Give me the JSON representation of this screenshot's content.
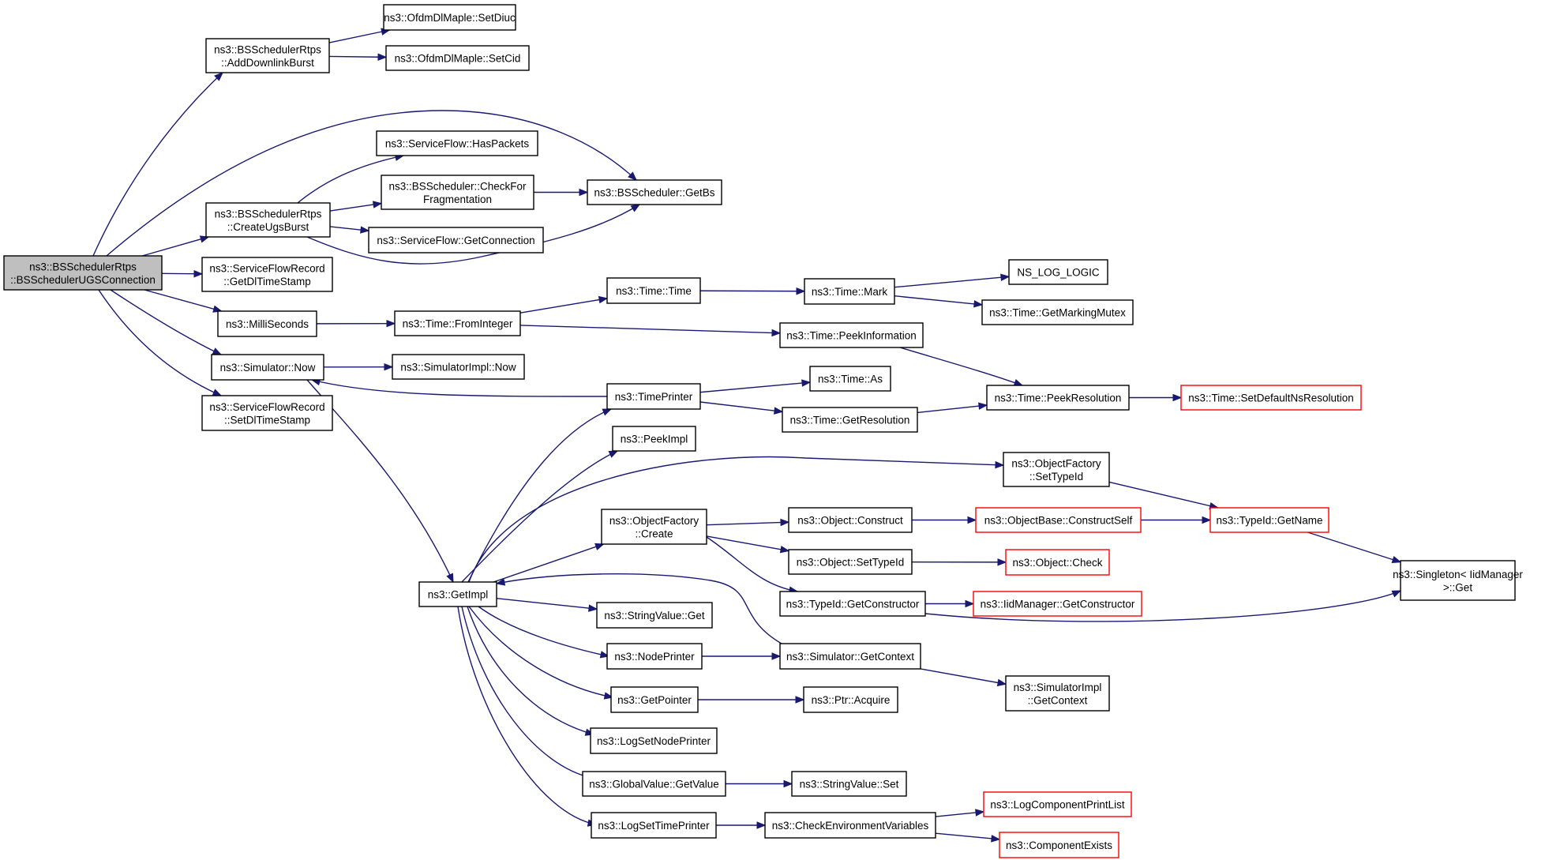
{
  "colors": {
    "edge": "#191970",
    "node_border": "#000000",
    "truncated_border": "#ff0000",
    "root_fill": "#bfbfbf",
    "node_fill": "#ffffff"
  },
  "nodes": [
    {
      "id": "root",
      "lines": [
        "ns3::BSSchedulerRtps",
        "::BSSchedulerUGSConnection"
      ],
      "style": "root"
    },
    {
      "id": "adb",
      "lines": [
        "ns3::BSSchedulerRtps",
        "::AddDownlinkBurst"
      ]
    },
    {
      "id": "setdiuc",
      "lines": [
        "ns3::OfdmDlMaple::SetDiuc"
      ]
    },
    {
      "id": "setcid",
      "lines": [
        "ns3::OfdmDlMaple::SetCid"
      ]
    },
    {
      "id": "haspackets",
      "lines": [
        "ns3::ServiceFlow::HasPackets"
      ]
    },
    {
      "id": "checkfrag",
      "lines": [
        "ns3::BSScheduler::CheckFor",
        "Fragmentation"
      ]
    },
    {
      "id": "getbs",
      "lines": [
        "ns3::BSScheduler::GetBs"
      ]
    },
    {
      "id": "cub",
      "lines": [
        "ns3::BSSchedulerRtps",
        "::CreateUgsBurst"
      ]
    },
    {
      "id": "getconn",
      "lines": [
        "ns3::ServiceFlow::GetConnection"
      ]
    },
    {
      "id": "getdlts",
      "lines": [
        "ns3::ServiceFlowRecord",
        "::GetDlTimeStamp"
      ]
    },
    {
      "id": "ms",
      "lines": [
        "ns3::MilliSeconds"
      ]
    },
    {
      "id": "fromint",
      "lines": [
        "ns3::Time::FromInteger"
      ]
    },
    {
      "id": "timetime",
      "lines": [
        "ns3::Time::Time"
      ]
    },
    {
      "id": "mark",
      "lines": [
        "ns3::Time::Mark"
      ]
    },
    {
      "id": "nslog",
      "lines": [
        "NS_LOG_LOGIC"
      ]
    },
    {
      "id": "getmutex",
      "lines": [
        "ns3::Time::GetMarkingMutex"
      ]
    },
    {
      "id": "peekinfo",
      "lines": [
        "ns3::Time::PeekInformation"
      ]
    },
    {
      "id": "simnow",
      "lines": [
        "ns3::Simulator::Now"
      ]
    },
    {
      "id": "implnow",
      "lines": [
        "ns3::SimulatorImpl::Now"
      ]
    },
    {
      "id": "tp",
      "lines": [
        "ns3::TimePrinter"
      ]
    },
    {
      "id": "as",
      "lines": [
        "ns3::Time::As"
      ]
    },
    {
      "id": "getres",
      "lines": [
        "ns3::Time::GetResolution"
      ]
    },
    {
      "id": "peekres",
      "lines": [
        "ns3::Time::PeekResolution"
      ]
    },
    {
      "id": "setdefres",
      "lines": [
        "ns3::Time::SetDefaultNsResolution"
      ],
      "style": "trunc"
    },
    {
      "id": "setdlts",
      "lines": [
        "ns3::ServiceFlowRecord",
        "::SetDlTimeStamp"
      ]
    },
    {
      "id": "peekimpl",
      "lines": [
        "ns3::PeekImpl"
      ]
    },
    {
      "id": "ofsettid",
      "lines": [
        "ns3::ObjectFactory",
        "::SetTypeId"
      ]
    },
    {
      "id": "ofcreate",
      "lines": [
        "ns3::ObjectFactory",
        "::Create"
      ]
    },
    {
      "id": "construct",
      "lines": [
        "ns3::Object::Construct"
      ]
    },
    {
      "id": "constructself",
      "lines": [
        "ns3::ObjectBase::ConstructSelf"
      ],
      "style": "trunc"
    },
    {
      "id": "getname",
      "lines": [
        "ns3::TypeId::GetName"
      ],
      "style": "trunc"
    },
    {
      "id": "singleton",
      "lines": [
        "ns3::Singleton< IidManager",
        ">::Get"
      ]
    },
    {
      "id": "objsettid",
      "lines": [
        "ns3::Object::SetTypeId"
      ]
    },
    {
      "id": "check",
      "lines": [
        "ns3::Object::Check"
      ],
      "style": "trunc"
    },
    {
      "id": "getimpl",
      "lines": [
        "ns3::GetImpl"
      ]
    },
    {
      "id": "tidgetctor",
      "lines": [
        "ns3::TypeId::GetConstructor"
      ]
    },
    {
      "id": "iidgetctor",
      "lines": [
        "ns3::IidManager::GetConstructor"
      ],
      "style": "trunc"
    },
    {
      "id": "svget",
      "lines": [
        "ns3::StringValue::Get"
      ]
    },
    {
      "id": "nodeprinter",
      "lines": [
        "ns3::NodePrinter"
      ]
    },
    {
      "id": "simgetctx",
      "lines": [
        "ns3::Simulator::GetContext"
      ]
    },
    {
      "id": "implgetctx",
      "lines": [
        "ns3::SimulatorImpl",
        "::GetContext"
      ]
    },
    {
      "id": "getpointer",
      "lines": [
        "ns3::GetPointer"
      ]
    },
    {
      "id": "acquire",
      "lines": [
        "ns3::Ptr::Acquire"
      ]
    },
    {
      "id": "logsetnp",
      "lines": [
        "ns3::LogSetNodePrinter"
      ]
    },
    {
      "id": "gvgetvalue",
      "lines": [
        "ns3::GlobalValue::GetValue"
      ]
    },
    {
      "id": "svset",
      "lines": [
        "ns3::StringValue::Set"
      ]
    },
    {
      "id": "logsettp",
      "lines": [
        "ns3::LogSetTimePrinter"
      ]
    },
    {
      "id": "checkenv",
      "lines": [
        "ns3::CheckEnvironmentVariables"
      ]
    },
    {
      "id": "logcpl",
      "lines": [
        "ns3::LogComponentPrintList"
      ],
      "style": "trunc"
    },
    {
      "id": "compexists",
      "lines": [
        "ns3::ComponentExists"
      ],
      "style": "trunc"
    }
  ],
  "edges": [
    {
      "from": "root",
      "to": "adb"
    },
    {
      "from": "root",
      "to": "getbs"
    },
    {
      "from": "root",
      "to": "cub"
    },
    {
      "from": "root",
      "to": "getdlts"
    },
    {
      "from": "root",
      "to": "ms"
    },
    {
      "from": "root",
      "to": "simnow"
    },
    {
      "from": "root",
      "to": "setdlts"
    },
    {
      "from": "adb",
      "to": "setdiuc"
    },
    {
      "from": "adb",
      "to": "setcid"
    },
    {
      "from": "cub",
      "to": "haspackets"
    },
    {
      "from": "cub",
      "to": "checkfrag"
    },
    {
      "from": "cub",
      "to": "getconn"
    },
    {
      "from": "cub",
      "to": "getbs"
    },
    {
      "from": "checkfrag",
      "to": "getbs"
    },
    {
      "from": "ms",
      "to": "fromint"
    },
    {
      "from": "fromint",
      "to": "timetime"
    },
    {
      "from": "fromint",
      "to": "peekinfo"
    },
    {
      "from": "timetime",
      "to": "mark"
    },
    {
      "from": "mark",
      "to": "nslog"
    },
    {
      "from": "mark",
      "to": "getmutex"
    },
    {
      "from": "peekinfo",
      "to": "peekres"
    },
    {
      "from": "simnow",
      "to": "implnow"
    },
    {
      "from": "simnow",
      "to": "getimpl"
    },
    {
      "from": "tp",
      "to": "simnow"
    },
    {
      "from": "tp",
      "to": "as"
    },
    {
      "from": "tp",
      "to": "getres"
    },
    {
      "from": "getres",
      "to": "peekres"
    },
    {
      "from": "peekres",
      "to": "setdefres"
    },
    {
      "from": "getimpl",
      "to": "tp"
    },
    {
      "from": "getimpl",
      "to": "peekimpl"
    },
    {
      "from": "getimpl",
      "to": "ofsettid"
    },
    {
      "from": "getimpl",
      "to": "ofcreate"
    },
    {
      "from": "getimpl",
      "to": "svget"
    },
    {
      "from": "getimpl",
      "to": "nodeprinter"
    },
    {
      "from": "getimpl",
      "to": "getpointer"
    },
    {
      "from": "getimpl",
      "to": "logsetnp"
    },
    {
      "from": "getimpl",
      "to": "gvgetvalue"
    },
    {
      "from": "getimpl",
      "to": "logsettp"
    },
    {
      "from": "ofsettid",
      "to": "getname"
    },
    {
      "from": "ofcreate",
      "to": "construct"
    },
    {
      "from": "ofcreate",
      "to": "objsettid"
    },
    {
      "from": "ofcreate",
      "to": "tidgetctor"
    },
    {
      "from": "construct",
      "to": "constructself"
    },
    {
      "from": "constructself",
      "to": "getname"
    },
    {
      "from": "getname",
      "to": "singleton"
    },
    {
      "from": "objsettid",
      "to": "check"
    },
    {
      "from": "tidgetctor",
      "to": "iidgetctor"
    },
    {
      "from": "tidgetctor",
      "to": "singleton"
    },
    {
      "from": "nodeprinter",
      "to": "simgetctx"
    },
    {
      "from": "simgetctx",
      "to": "getimpl"
    },
    {
      "from": "simgetctx",
      "to": "implgetctx"
    },
    {
      "from": "getpointer",
      "to": "acquire"
    },
    {
      "from": "gvgetvalue",
      "to": "svset"
    },
    {
      "from": "logsettp",
      "to": "checkenv"
    },
    {
      "from": "checkenv",
      "to": "logcpl"
    },
    {
      "from": "checkenv",
      "to": "compexists"
    }
  ]
}
